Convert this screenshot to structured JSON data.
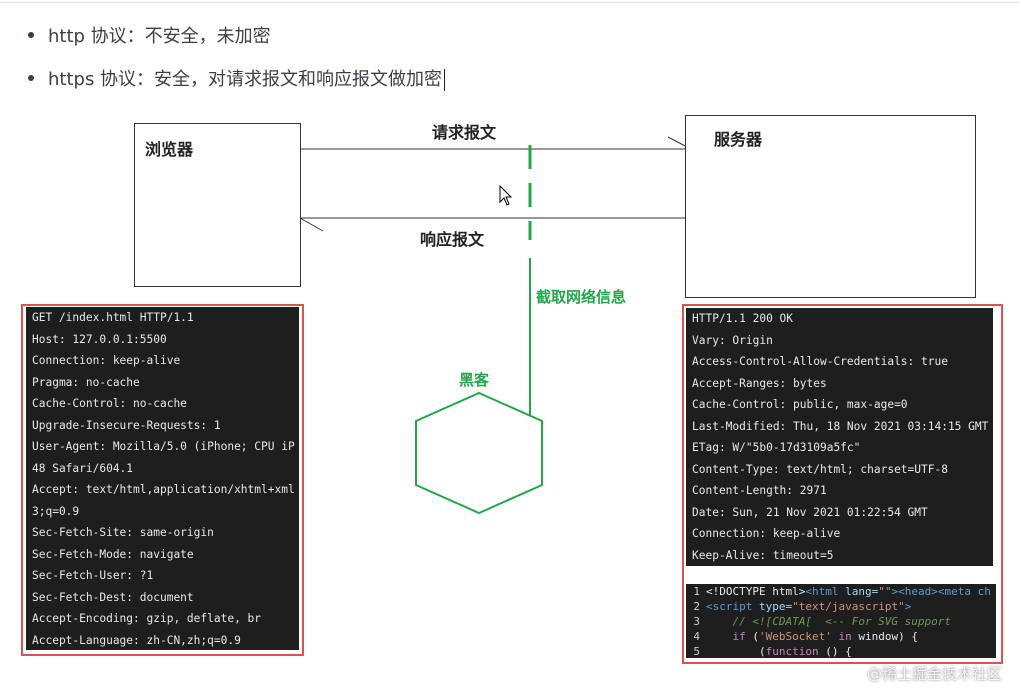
{
  "bullets": [
    "http 协议：不安全，未加密",
    "https 协议：安全，对请求报文和响应报文做加密"
  ],
  "diagram": {
    "browser_label": "浏览器",
    "server_label": "服务器",
    "request_label": "请求报文",
    "response_label": "响应报文",
    "intercept_label": "截取网络信息",
    "hacker_label": "黑客",
    "accent_green": "#22a84a",
    "frame_red": "#d9534f"
  },
  "request_lines": [
    "GET /index.html HTTP/1.1",
    "Host: 127.0.0.1:5500",
    "Connection: keep-alive",
    "Pragma: no-cache",
    "Cache-Control: no-cache",
    "Upgrade-Insecure-Requests: 1",
    "User-Agent: Mozilla/5.0 (iPhone; CPU iP",
    "48 Safari/604.1",
    "Accept: text/html,application/xhtml+xml",
    "3;q=0.9",
    "Sec-Fetch-Site: same-origin",
    "Sec-Fetch-Mode: navigate",
    "Sec-Fetch-User: ?1",
    "Sec-Fetch-Dest: document",
    "Accept-Encoding: gzip, deflate, br",
    "Accept-Language: zh-CN,zh;q=0.9"
  ],
  "response_lines": [
    "HTTP/1.1 200 OK",
    "Vary: Origin",
    "Access-Control-Allow-Credentials: true",
    "Accept-Ranges: bytes",
    "Cache-Control: public, max-age=0",
    "Last-Modified: Thu, 18 Nov 2021 03:14:15 GMT",
    "ETag: W/\"5b0-17d3109a5fc\"",
    "Content-Type: text/html; charset=UTF-8",
    "Content-Length: 2971",
    "Date: Sun, 21 Nov 2021 01:22:54 GMT",
    "Connection: keep-alive",
    "Keep-Alive: timeout=5"
  ],
  "code_lines": [
    {
      "n": "1",
      "tokens": [
        {
          "t": "<!DOCTYPE html>",
          "c": "plain"
        },
        {
          "t": "<html ",
          "c": "tag"
        },
        {
          "t": "lang=",
          "c": "attr"
        },
        {
          "t": "\"\"",
          "c": "str"
        },
        {
          "t": ">",
          "c": "tag"
        },
        {
          "t": "<head>",
          "c": "tag"
        },
        {
          "t": "<meta ch",
          "c": "tag"
        }
      ]
    },
    {
      "n": "2",
      "tokens": [
        {
          "t": "<script ",
          "c": "tag"
        },
        {
          "t": "type=",
          "c": "attr"
        },
        {
          "t": "\"text/javascript\"",
          "c": "str"
        },
        {
          "t": ">",
          "c": "tag"
        }
      ]
    },
    {
      "n": "3",
      "tokens": [
        {
          "t": "    // <![CDATA[  <-- For SVG support",
          "c": "comment"
        }
      ]
    },
    {
      "n": "4",
      "tokens": [
        {
          "t": "    ",
          "c": "plain"
        },
        {
          "t": "if",
          "c": "kw"
        },
        {
          "t": " (",
          "c": "plain"
        },
        {
          "t": "'WebSocket'",
          "c": "str"
        },
        {
          "t": " in ",
          "c": "kw"
        },
        {
          "t": "window) {",
          "c": "plain"
        }
      ]
    },
    {
      "n": "5",
      "tokens": [
        {
          "t": "        (",
          "c": "plain"
        },
        {
          "t": "function",
          "c": "kw"
        },
        {
          "t": " () {",
          "c": "plain"
        }
      ]
    }
  ],
  "watermark": "@稀土掘金技术社区"
}
